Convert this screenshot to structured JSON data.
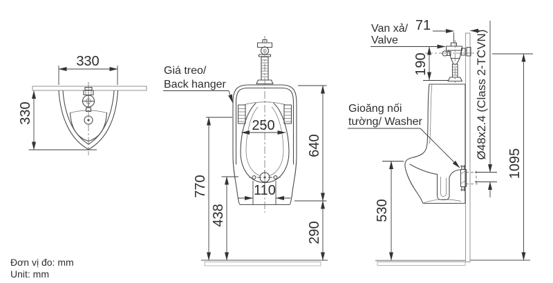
{
  "drawing": {
    "colors": {
      "line": "#4a4a4a",
      "structural": "#9a9a9a",
      "text": "#2d2d2d"
    },
    "unit": {
      "line1": "Đơn vị đo: mm",
      "line2": "Unit: mm"
    },
    "top": {
      "width": "330",
      "depth": "330"
    },
    "front": {
      "hanger1": "Giá treo/",
      "hanger2": "Back hanger",
      "bowl_width": "250",
      "body_height": "640",
      "rim_height": "770",
      "drain_height": "438",
      "bolt_spacing": "110",
      "base_height": "290"
    },
    "side": {
      "valve1": "Van xả/",
      "valve2": "Valve",
      "washer1": "Gioăng nối",
      "washer2": "tường/ Washer",
      "valve_offset": "71",
      "valve_height": "190",
      "lip_height": "530",
      "inlet_height": "1095",
      "pipe_spec": "Ø48x2.4 (Class 2-TCVN)"
    }
  }
}
